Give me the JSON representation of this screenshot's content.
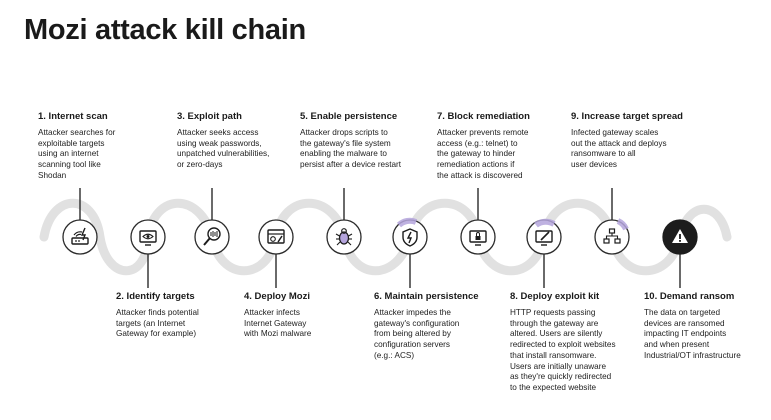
{
  "title": "Mozi attack kill chain",
  "colors": {
    "track": "#e1e1e1",
    "circle": "#ffffff",
    "circle_stroke": "#2b2b2b",
    "accent": "#b4a4dc",
    "icon": "#1c1c1c",
    "connector": "#2b2b2b"
  },
  "steps": [
    {
      "id": 1,
      "heading": "1. Internet scan",
      "description": "Attacker searches for\nexploitable targets\nusing an internet\nscanning tool like\nShodan",
      "icon": "router-icon",
      "position": "top"
    },
    {
      "id": 2,
      "heading": "2. Identify targets",
      "description": "Attacker finds potential\ntargets (an Internet\nGateway for example)",
      "icon": "eye-monitor-icon",
      "position": "bottom"
    },
    {
      "id": 3,
      "heading": "3. Exploit path",
      "description": "Attacker seeks access\nusing weak passwords,\nunpatched vulnerabilities,\nor zero-days",
      "icon": "magnifier-code-icon",
      "position": "top"
    },
    {
      "id": 4,
      "heading": "4. Deploy Mozi",
      "description": "Attacker infects\nInternet Gateway\nwith Mozi malware",
      "icon": "browser-malware-icon",
      "position": "bottom"
    },
    {
      "id": 5,
      "heading": "5. Enable persistence",
      "description": "Attacker drops scripts to\nthe gateway's file system\nenabling the malware to\npersist after a device restart",
      "icon": "bug-icon",
      "position": "top"
    },
    {
      "id": 6,
      "heading": "6. Maintain persistence",
      "description": "Attacker impedes the\ngateway's configuration\nfrom being altered by\nconfiguration servers\n(e.g.: ACS)",
      "icon": "shield-bolt-icon",
      "position": "bottom"
    },
    {
      "id": 7,
      "heading": "7. Block remediation",
      "description": "Attacker prevents remote\naccess (e.g.: telnet) to\nthe gateway to hinder\nremediation actions if\nthe attack is discovered",
      "icon": "monitor-lock-icon",
      "position": "top"
    },
    {
      "id": 8,
      "heading": "8. Deploy exploit kit",
      "description": "HTTP requests passing\nthrough the gateway are\naltered. Users are silently\nredirected to exploit websites\nthat install ransomware.\nUsers are initially unaware\nas they're quickly redirected\nto the expected website",
      "icon": "monitor-edit-icon",
      "position": "bottom"
    },
    {
      "id": 9,
      "heading": "9. Increase target spread",
      "description": "Infected gateway scales\nout the attack and deploys\nransomware to all\nuser devices",
      "icon": "network-icon",
      "position": "top"
    },
    {
      "id": 10,
      "heading": "10. Demand ransom",
      "description": "The data on targeted\ndevices are ransomed\nimpacting IT endpoints\nand when present\nIndustrial/OT infrastructure",
      "icon": "warning-icon",
      "position": "bottom"
    }
  ]
}
